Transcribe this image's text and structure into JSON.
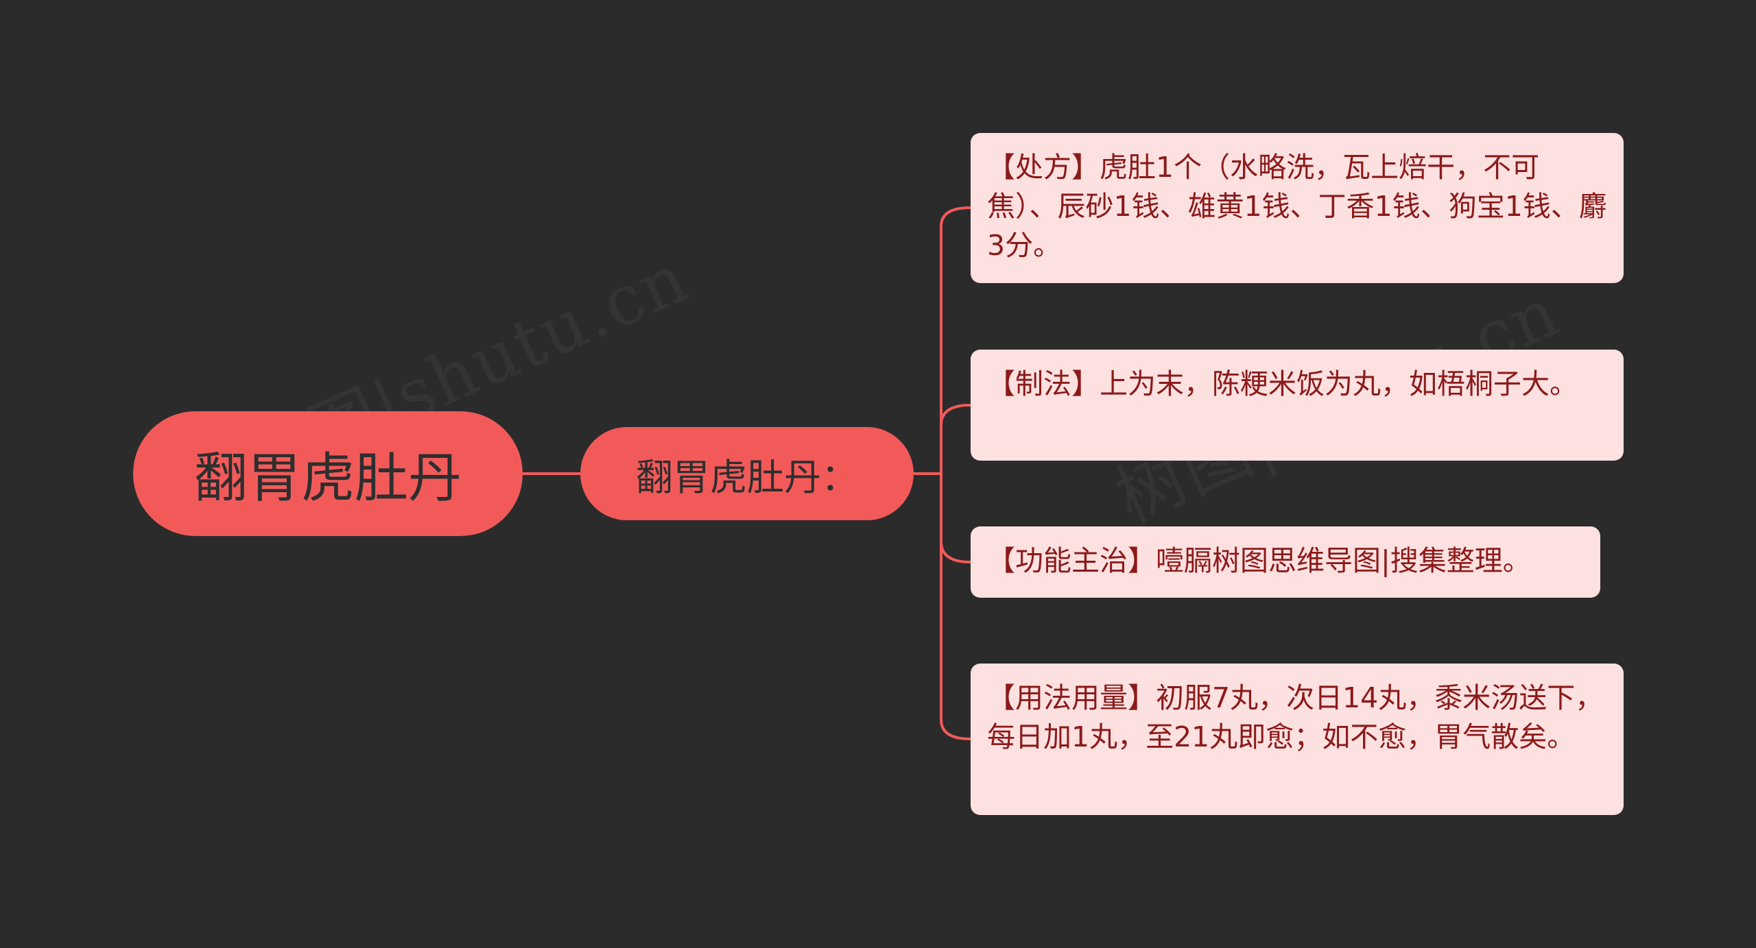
{
  "root": {
    "label": "翻胃虎肚丹"
  },
  "branch": {
    "label": "翻胃虎肚丹："
  },
  "leaves": [
    {
      "text": "【处方】虎肚1个（水略洗，瓦上焙干，不可焦）、辰砂1钱、雄黄1钱、丁香1钱、狗宝1钱、麝3分。"
    },
    {
      "text": "【制法】上为末，陈粳米饭为丸，如梧桐子大。"
    },
    {
      "text": "【功能主治】噎膈树图思维导图|搜集整理。"
    },
    {
      "text": "【用法用量】初服7丸，次日14丸，黍米汤送下，每日加1丸，至21丸即愈；如不愈，胃气散矣。"
    }
  ],
  "watermark": {
    "text": "树图|shutu.cn"
  },
  "colors": {
    "background": "#2b2b2b",
    "node_fill": "#f25a5a",
    "leaf_fill": "#fde0e0",
    "leaf_text": "#8b1a1a",
    "connector": "#f25a5a"
  }
}
